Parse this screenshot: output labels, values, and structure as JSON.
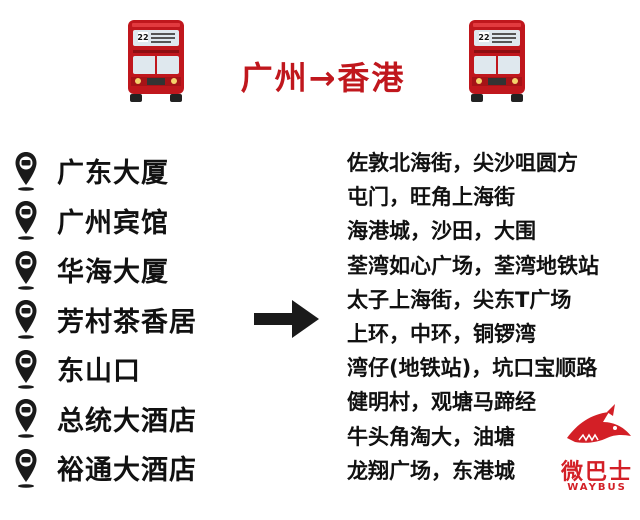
{
  "header": {
    "title": "广州→香港",
    "bus_route_number": "22",
    "bus_icon": "double-decker-bus-icon"
  },
  "origins": [
    {
      "label": "广东大厦",
      "icon": "location-pin-icon"
    },
    {
      "label": "广州宾馆",
      "icon": "location-pin-icon"
    },
    {
      "label": "华海大厦",
      "icon": "location-pin-icon"
    },
    {
      "label": "芳村茶香居",
      "icon": "location-pin-icon"
    },
    {
      "label": "东山口",
      "icon": "location-pin-icon"
    },
    {
      "label": "总统大酒店",
      "icon": "location-pin-icon"
    },
    {
      "label": "裕通大酒店",
      "icon": "location-pin-icon"
    }
  ],
  "arrow_icon": "right-arrow-icon",
  "destinations": [
    "佐敦北海街，尖沙咀圆方",
    "屯门，旺角上海街",
    "海港城，沙田，大围",
    "荃湾如心广场，荃湾地铁站",
    "太子上海街，尖东T广场",
    "上环，中环，铜锣湾",
    "湾仔(地铁站)，坑口宝顺路",
    "健明村，观塘马蹄经",
    "牛头角淘大，油塘",
    "龙翔广场，东港城"
  ],
  "logo": {
    "name_cn": "微巴士",
    "name_en": "WAYBUS",
    "icon": "shark-logo-icon"
  },
  "colors": {
    "accent_red": "#c0171d",
    "text": "#111111",
    "pin": "#1a1a1a"
  }
}
